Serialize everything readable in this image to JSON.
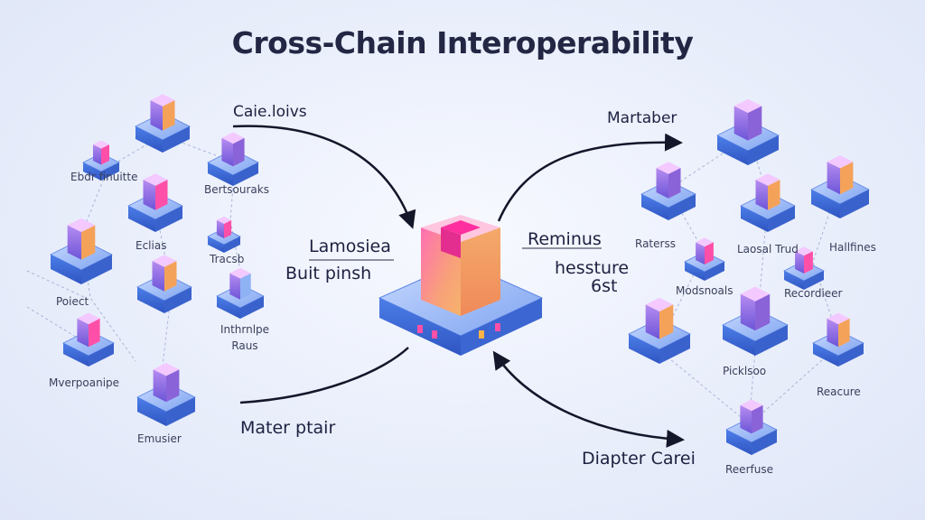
{
  "title": "Cross-Chain Interoperability",
  "labels": {
    "top_left_arrow": "Caie.loivs",
    "top_right_arrow": "Martaber",
    "center_left_1": "Lamosiea",
    "center_left_2": "Buit pinsh",
    "center_right_1": "Reminus",
    "center_right_2": "hessture",
    "center_right_3": "6st",
    "bottom_left_arrow": "Mater ptair",
    "bottom_right_arrow": "Diapter Carei"
  },
  "left_nodes": {
    "n1": "Ebdr finuitte",
    "n2": "Bertsouraks",
    "n3": "Eclias",
    "n4": "Tracsb",
    "n5": "Poiect",
    "n6": "Inthrnlpe Raus",
    "n7": "Mverpoanipe",
    "n8": "Emusier"
  },
  "right_nodes": {
    "n1": "Raterss",
    "n2": "Laosal Trud",
    "n3": "Hallfines",
    "n4": "Modsnoals",
    "n5": "Recordieer",
    "n6": "Picklsoo",
    "n7": "Reacure",
    "n8": "Reerfuse"
  },
  "colors": {
    "block_blue": "#4a7be6",
    "block_light": "#8fb2f5",
    "accent_pink": "#ff4fa8",
    "accent_orange": "#f4a25a",
    "accent_purple": "#8a63d8",
    "arrow": "#14162a"
  }
}
